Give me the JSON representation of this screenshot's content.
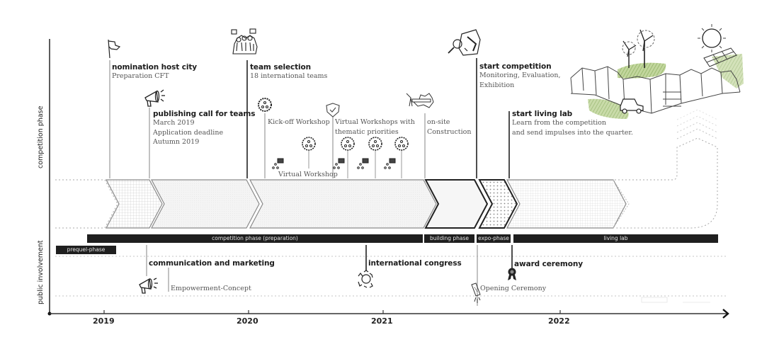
{
  "axes": {
    "y_labels": {
      "competition": "competition phase",
      "public": "public involvement"
    },
    "years": [
      "2019",
      "2020",
      "2021",
      "2022"
    ]
  },
  "milestones": {
    "nomination": {
      "title": "nomination host city",
      "desc": [
        "Preparation CFT"
      ],
      "icon": "flag-icon"
    },
    "publishing": {
      "title": "publishing call for teams",
      "desc": [
        "March 2019",
        "Application deadline",
        "Autumn 2019"
      ],
      "icon": "megaphone-icon"
    },
    "team_selection": {
      "title": "team selection",
      "desc": [
        "18 international teams"
      ],
      "icon": "team-group-icon"
    },
    "kickoff": {
      "desc": [
        "Kick-off Workshop"
      ],
      "icon": "workshop-gear-icon"
    },
    "virtual_thematic": {
      "desc": [
        "Virtual Workshops with",
        "thematic priorities"
      ],
      "icon": "shield-check-icon"
    },
    "virtual_workshop": {
      "desc": [
        "Virtual Workshop"
      ],
      "icon": "virtual-meeting-icon"
    },
    "onsite": {
      "desc": [
        "on-site",
        "Construction"
      ],
      "icon": "construction-icon"
    },
    "start_competition": {
      "title": "start competition",
      "desc": [
        "Monitoring, Evaluation,",
        "Exhibition"
      ],
      "icon": "magnifier-clipboard-icon"
    },
    "living_lab": {
      "title": "start living lab",
      "desc": [
        "Learn from the competition",
        "and send impulses into the quarter."
      ],
      "icon": "city-illustration-icon"
    }
  },
  "phases": {
    "prequel": "prequel-phase",
    "competition": "competition phase (preparation)",
    "building": "building phase",
    "expo": "expo-phase",
    "living_lab": "living lab"
  },
  "public_events": {
    "communication": {
      "title": "communication and marketing",
      "icon": "megaphone-icon"
    },
    "empowerment": {
      "desc": "Empowerment-Concept"
    },
    "congress": {
      "title": "international congress",
      "icon": "round-table-icon"
    },
    "opening": {
      "desc": "Opening Ceremony",
      "icon": "rocket-icon"
    },
    "award": {
      "title": "award ceremony",
      "icon": "award-ribbon-icon"
    }
  },
  "colors": {
    "ink": "#1f1f1f",
    "grid": "#9a9a9a",
    "green": "#8fb35a"
  }
}
